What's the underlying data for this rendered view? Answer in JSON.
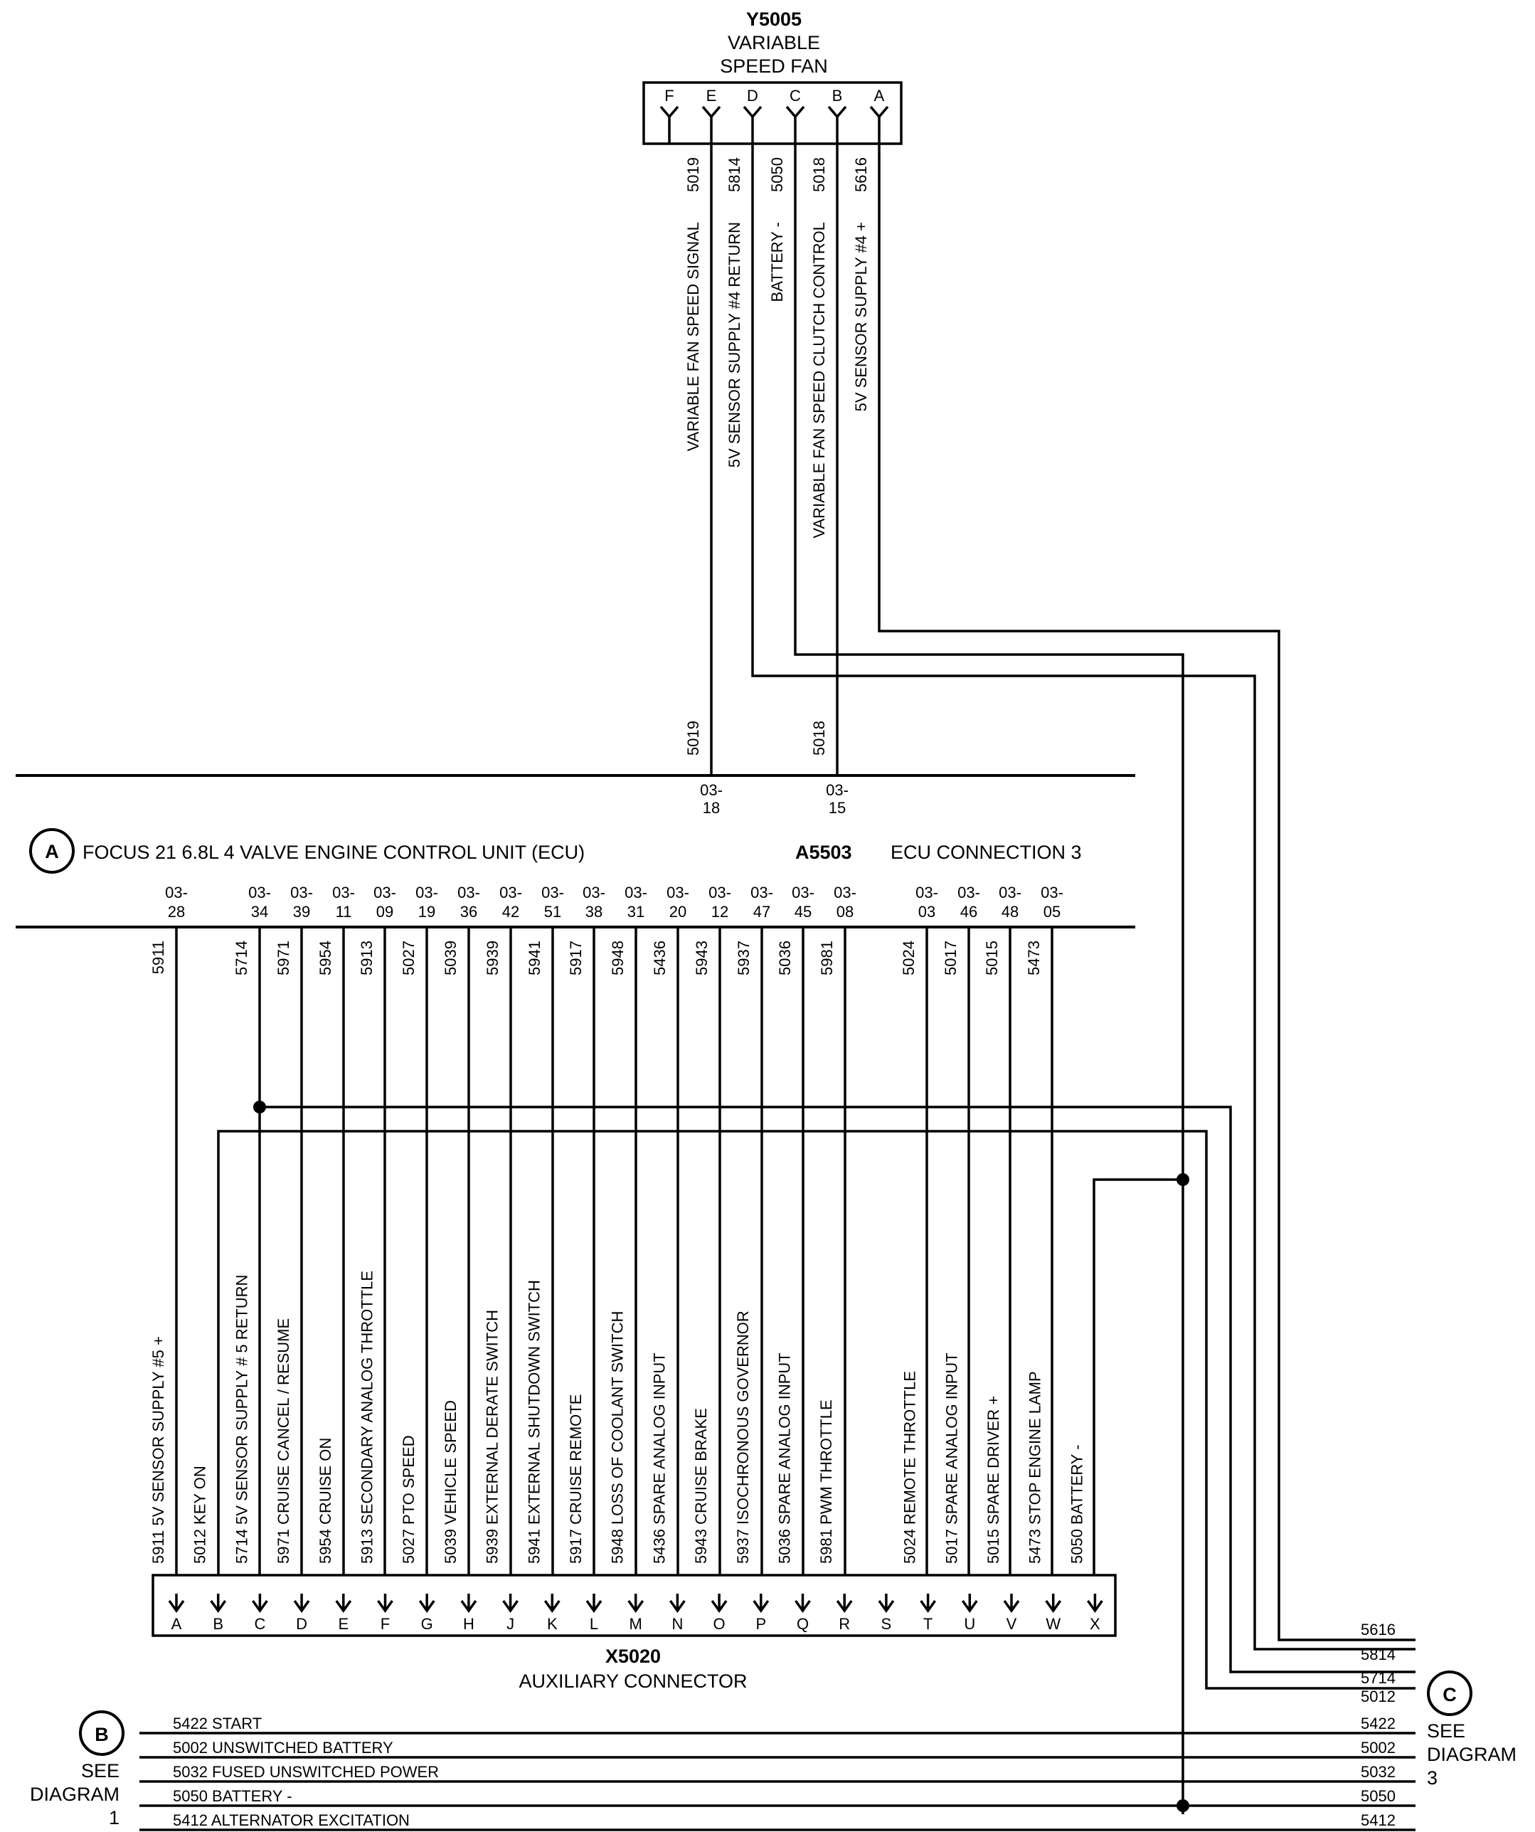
{
  "fan": {
    "id": "Y5005",
    "name_line1": "VARIABLE",
    "name_line2": "SPEED FAN",
    "pins": [
      "F",
      "E",
      "D",
      "C",
      "B",
      "A"
    ],
    "wires": [
      {
        "num": "5019",
        "label": "VARIABLE FAN SPEED SIGNAL"
      },
      {
        "num": "5814",
        "label": "5V SENSOR SUPPLY #4 RETURN"
      },
      {
        "num": "5050",
        "label": "BATTERY -"
      },
      {
        "num": "5018",
        "label": "VARIABLE FAN SPEED CLUTCH CONTROL"
      },
      {
        "num": "5616",
        "label": "5V SENSOR SUPPLY #4 +"
      }
    ]
  },
  "ecu": {
    "marker": "A",
    "title": "FOCUS 21 6.8L 4 VALVE ENGINE CONTROL UNIT (ECU)",
    "conn_id": "A5503",
    "conn_name": "ECU CONNECTION 3",
    "top_pins": [
      {
        "a": "03-",
        "b": "18",
        "wire": "5019"
      },
      {
        "a": "03-",
        "b": "15",
        "wire": "5018"
      }
    ],
    "bottom_pins": [
      {
        "a": "03-",
        "b": "28",
        "wire": "5911"
      },
      {
        "a": "03-",
        "b": "34",
        "wire": "5714"
      },
      {
        "a": "03-",
        "b": "39",
        "wire": "5971"
      },
      {
        "a": "03-",
        "b": "11",
        "wire": "5954"
      },
      {
        "a": "03-",
        "b": "09",
        "wire": "5913"
      },
      {
        "a": "03-",
        "b": "19",
        "wire": "5027"
      },
      {
        "a": "03-",
        "b": "36",
        "wire": "5039"
      },
      {
        "a": "03-",
        "b": "42",
        "wire": "5939"
      },
      {
        "a": "03-",
        "b": "51",
        "wire": "5941"
      },
      {
        "a": "03-",
        "b": "38",
        "wire": "5917"
      },
      {
        "a": "03-",
        "b": "31",
        "wire": "5948"
      },
      {
        "a": "03-",
        "b": "20",
        "wire": "5436"
      },
      {
        "a": "03-",
        "b": "12",
        "wire": "5943"
      },
      {
        "a": "03-",
        "b": "47",
        "wire": "5937"
      },
      {
        "a": "03-",
        "b": "45",
        "wire": "5036"
      },
      {
        "a": "03-",
        "b": "08",
        "wire": "5981"
      },
      {
        "a": "03-",
        "b": "03",
        "wire": "5024"
      },
      {
        "a": "03-",
        "b": "46",
        "wire": "5017"
      },
      {
        "a": "03-",
        "b": "48",
        "wire": "5015"
      },
      {
        "a": "03-",
        "b": "05",
        "wire": "5473"
      }
    ]
  },
  "aux": {
    "id": "X5020",
    "name": "AUXILIARY CONNECTOR",
    "pins": [
      "A",
      "B",
      "C",
      "D",
      "E",
      "F",
      "G",
      "H",
      "J",
      "K",
      "L",
      "M",
      "N",
      "O",
      "P",
      "Q",
      "R",
      "S",
      "T",
      "U",
      "V",
      "W",
      "X"
    ],
    "labels": [
      "5911 5V SENSOR SUPPLY #5 +",
      "5012 KEY ON",
      "5714 5V SENSOR SUPPLY # 5 RETURN",
      "5971 CRUISE CANCEL / RESUME",
      "5954 CRUISE ON",
      "5913 SECONDARY ANALOG THROTTLE",
      "5027 PTO SPEED",
      "5039 VEHICLE SPEED",
      "5939 EXTERNAL DERATE SWITCH",
      "5941 EXTERNAL SHUTDOWN SWITCH",
      "5917 CRUISE REMOTE",
      "5948 LOSS OF COOLANT SWITCH",
      "5436 SPARE ANALOG INPUT",
      "5943 CRUISE BRAKE",
      "5937 ISOCHRONOUS GOVERNOR",
      "5036 SPARE ANALOG INPUT",
      "5981 PWM THROTTLE",
      "",
      "5024 REMOTE THROTTLE",
      "5017 SPARE ANALOG INPUT",
      "5015 SPARE DRIVER +",
      "5473 STOP ENGINE LAMP",
      "5050 BATTERY -"
    ]
  },
  "right_wires": [
    "5616",
    "5814",
    "5714",
    "5012"
  ],
  "diagram_c": {
    "marker": "C",
    "line1": "SEE",
    "line2": "DIAGRAM",
    "line3": "3"
  },
  "bus": {
    "lines": [
      {
        "label": "5422 START",
        "num": "5422"
      },
      {
        "label": "5002 UNSWITCHED BATTERY",
        "num": "5002"
      },
      {
        "label": "5032 FUSED UNSWITCHED POWER",
        "num": "5032"
      },
      {
        "label": "5050 BATTERY -",
        "num": "5050"
      },
      {
        "label": "5412 ALTERNATOR EXCITATION",
        "num": "5412"
      }
    ]
  },
  "diagram_b": {
    "marker": "B",
    "line1": "SEE",
    "line2": "DIAGRAM",
    "line3": "1"
  }
}
